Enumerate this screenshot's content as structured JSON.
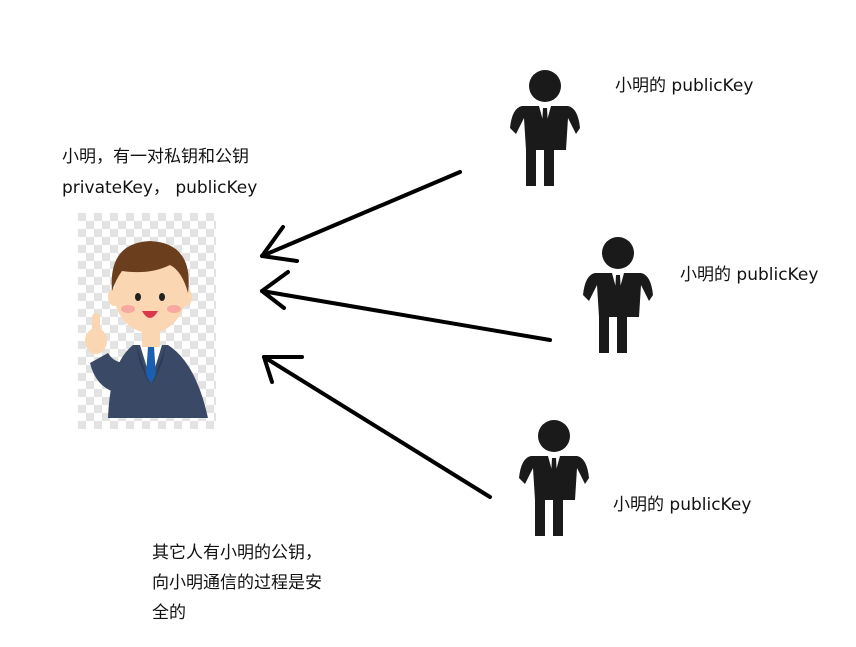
{
  "xiaoming": {
    "line1": "小明，有一对私钥和公钥",
    "line2": "privateKey， publicKey",
    "image": "man-pointing-finger-illustration"
  },
  "others": [
    {
      "label": "小明的 publicKey",
      "icon": "person-silhouette-icon"
    },
    {
      "label": "小明的 publicKey",
      "icon": "person-silhouette-icon"
    },
    {
      "label": "小明的 publicKey",
      "icon": "person-silhouette-icon"
    }
  ],
  "note": {
    "line1": "其它人有小明的公钥，",
    "line2": "向小明通信的过程是安",
    "line3": "全的"
  },
  "colors": {
    "silhouette": "#1a1a1a",
    "arrow": "#000000",
    "suit": "#3a4a66",
    "hair": "#6b3f1e",
    "skin": "#fbd6b2",
    "tie": "#1b5fb3"
  }
}
